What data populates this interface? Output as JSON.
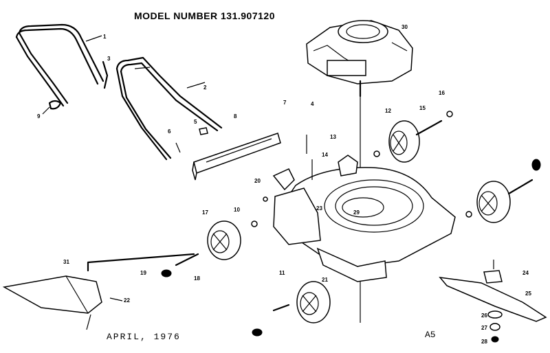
{
  "header": {
    "title": "MODEL NUMBER 131.907120"
  },
  "footer": {
    "date": "APRIL, 1976",
    "code": "A5"
  },
  "callouts": [
    "1",
    "2",
    "3",
    "4",
    "5",
    "6",
    "7",
    "8",
    "9",
    "10",
    "11",
    "12",
    "13",
    "14",
    "15",
    "16",
    "17",
    "18",
    "19",
    "20",
    "21",
    "22",
    "23",
    "24",
    "25",
    "26",
    "27",
    "28",
    "29",
    "30",
    "31"
  ]
}
